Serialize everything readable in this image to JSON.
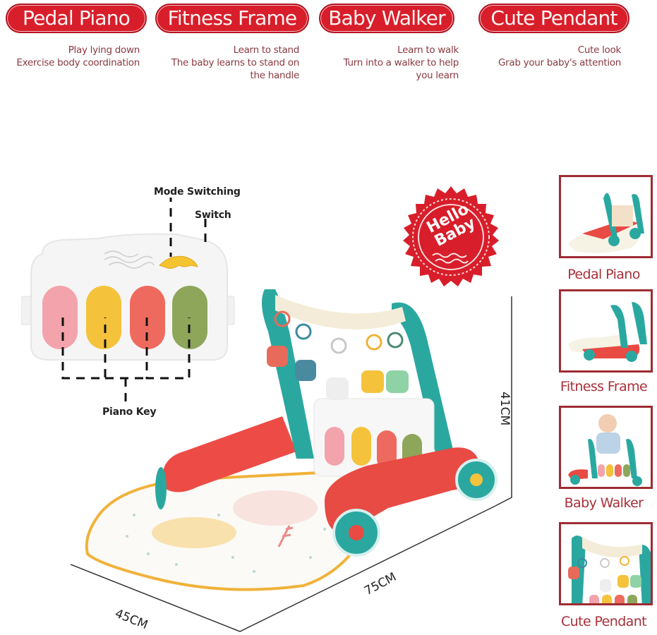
{
  "features": [
    {
      "title": "Pedal Piano",
      "lines": [
        "Play lying down",
        "Exercise body coordination"
      ]
    },
    {
      "title": "Fitness Frame",
      "lines": [
        "Learn to stand",
        "The baby learns to stand on",
        "the handle"
      ]
    },
    {
      "title": "Baby Walker",
      "lines": [
        "Learn to walk",
        "Turn into a walker to help",
        "you learn"
      ]
    },
    {
      "title": "Cute Pendant",
      "lines": [
        "Cute look",
        "Grab your baby's attention"
      ]
    }
  ],
  "callouts": {
    "mode_switching": "Mode Switching",
    "switch": "Switch",
    "piano_key": "Piano Key"
  },
  "badge": {
    "line1": "Hello",
    "line2": "Baby"
  },
  "dimensions": {
    "height": "41CM",
    "length": "75CM",
    "width": "45CM"
  },
  "thumbnails": [
    {
      "label": "Pedal Piano"
    },
    {
      "label": "Fitness Frame"
    },
    {
      "label": "Baby Walker"
    },
    {
      "label": "Cute Pendant"
    }
  ],
  "colors": {
    "brand_red": "#d81e2a",
    "frame_red": "#9e2c34",
    "teal": "#2aa8a0",
    "key_pink": "#f3a3ab",
    "key_yellow": "#f5c23c",
    "key_coral": "#ef6a5e",
    "key_green": "#8ea65a"
  }
}
